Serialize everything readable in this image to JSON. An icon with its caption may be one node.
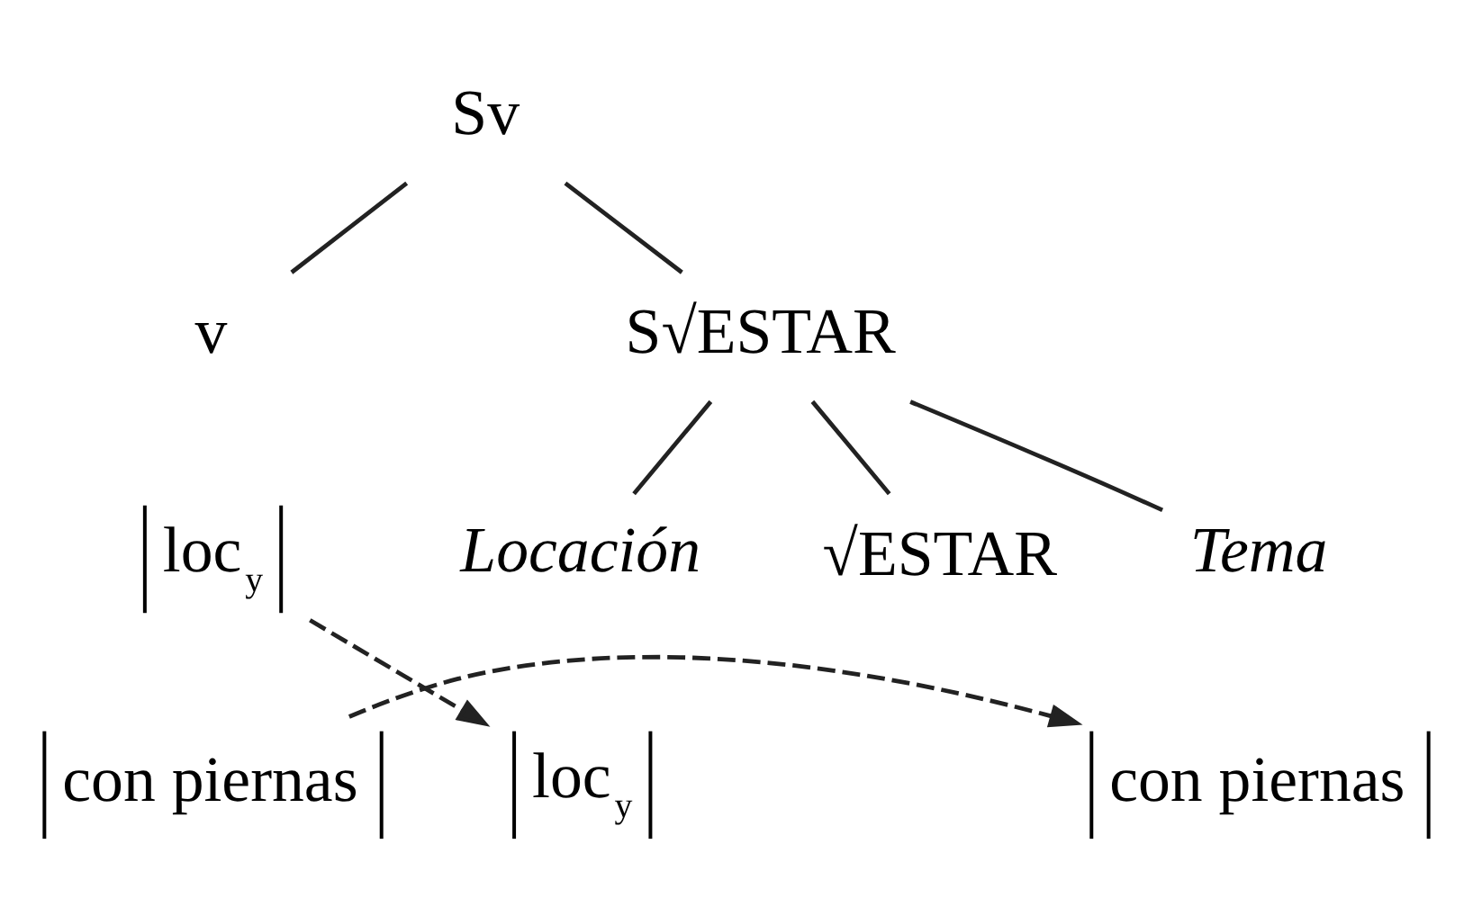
{
  "diagram": {
    "nodes": [
      {
        "text": [
          "Sv"
        ]
      },
      {
        "text": [
          "v"
        ]
      },
      {
        "text": [
          "S√ESTAR"
        ]
      },
      {
        "text": [
          "Locación"
        ]
      },
      {
        "text": [
          "√ESTAR"
        ]
      },
      {
        "text": [
          "Tema"
        ]
      },
      {
        "text": [
          "loc$_{y}$"
        ]
      },
      {
        "text": [
          "con piernas"
        ]
      },
      {
        "text": [
          "loc$_{y}$"
        ]
      },
      {
        "text": [
          "con piernas"
        ]
      }
    ],
    "edges": [
      {
        "from": 0,
        "to": 1,
        "arrow": "none"
      },
      {
        "from": 0,
        "to": 2,
        "arrow": "none"
      },
      {
        "from": 2,
        "to": 3,
        "arrow": "none"
      },
      {
        "from": 2,
        "to": 4,
        "arrow": "none"
      },
      {
        "from": 2,
        "to": 5,
        "arrow": "none"
      },
      {
        "from": 6,
        "to": 8,
        "arrow": "to",
        "style": "dashed"
      },
      {
        "from": 7,
        "to": 9,
        "arrow": "to",
        "style": "dashed"
      }
    ]
  }
}
